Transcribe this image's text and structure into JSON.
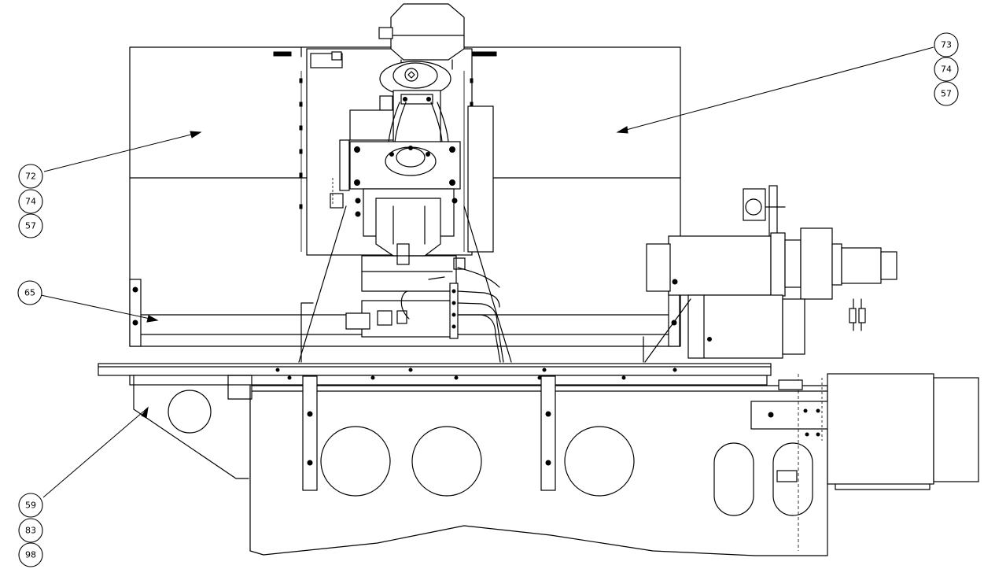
{
  "callouts": [
    {
      "id": "g-top-right",
      "labels": [
        "73",
        "74",
        "57"
      ]
    },
    {
      "id": "g-left-upper",
      "labels": [
        "72",
        "74",
        "57"
      ]
    },
    {
      "id": "g-left-middle",
      "labels": [
        "65"
      ]
    },
    {
      "id": "g-bottom-left",
      "labels": [
        "59",
        "83",
        "98"
      ]
    }
  ],
  "colors": {
    "line": "#000000",
    "background": "#ffffff"
  }
}
